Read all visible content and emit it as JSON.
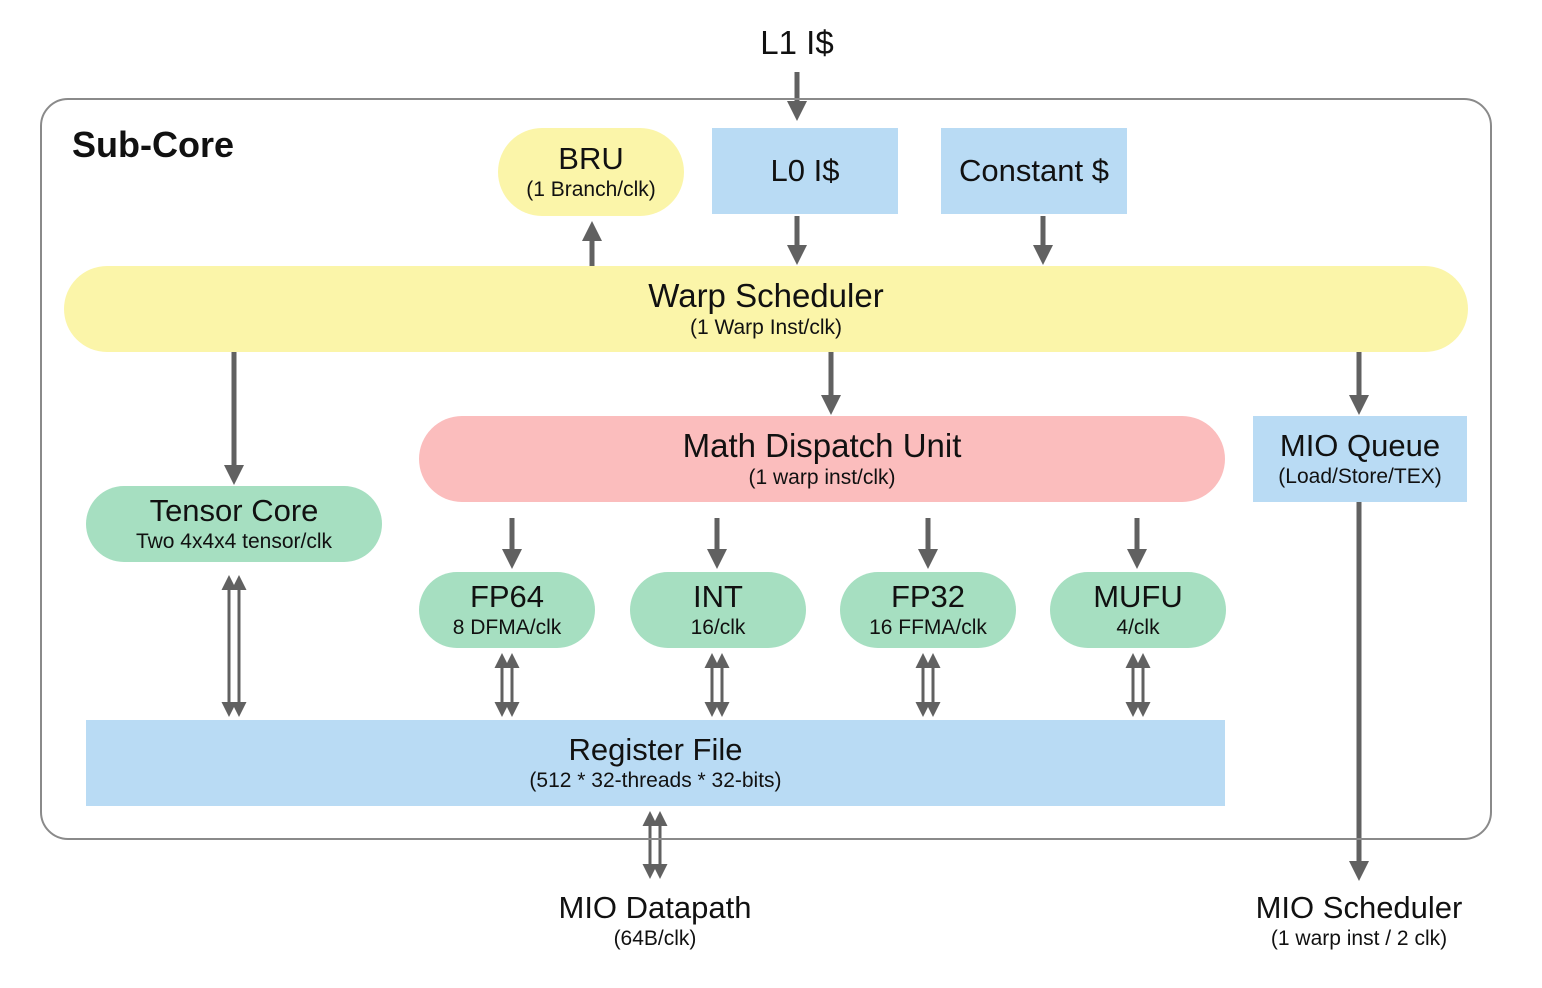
{
  "diagram": {
    "subcore_label": "Sub-Core",
    "top_input": "L1 I$",
    "bru": {
      "title": "BRU",
      "sub": "(1 Branch/clk)"
    },
    "l0": {
      "title": "L0 I$"
    },
    "constant": {
      "title": "Constant $"
    },
    "warp_scheduler": {
      "title": "Warp Scheduler",
      "sub": "(1 Warp Inst/clk)"
    },
    "math_dispatch": {
      "title": "Math Dispatch Unit",
      "sub": "(1 warp inst/clk)"
    },
    "mio_queue": {
      "title": "MIO Queue",
      "sub": "(Load/Store/TEX)"
    },
    "tensor_core": {
      "title": "Tensor Core",
      "sub": "Two 4x4x4 tensor/clk"
    },
    "units": [
      {
        "title": "FP64",
        "sub": "8 DFMA/clk"
      },
      {
        "title": "INT",
        "sub": "16/clk"
      },
      {
        "title": "FP32",
        "sub": "16 FFMA/clk"
      },
      {
        "title": "MUFU",
        "sub": "4/clk"
      }
    ],
    "register_file": {
      "title": "Register File",
      "sub": "(512 * 32-threads * 32-bits)"
    },
    "mio_datapath": {
      "title": "MIO Datapath",
      "sub": "(64B/clk)"
    },
    "mio_scheduler": {
      "title": "MIO Scheduler",
      "sub": "(1 warp inst / 2 clk)"
    }
  },
  "colors": {
    "blue": "#b9dbf4",
    "yellow": "#fbf5a9",
    "pink": "#fbbdbd",
    "green": "#a6dfc1",
    "arrow": "#616161",
    "frame": "#8a8a8a"
  }
}
